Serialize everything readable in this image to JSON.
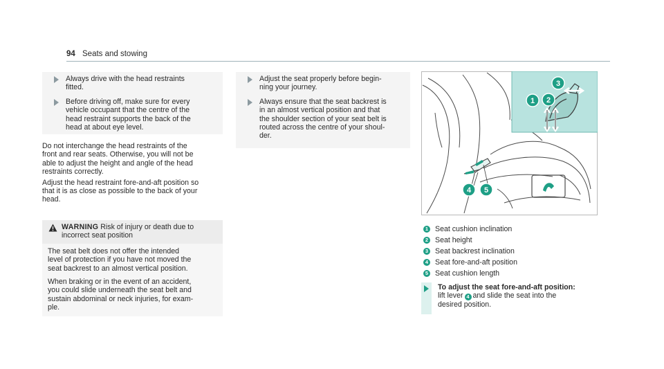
{
  "header": {
    "page_number": "94",
    "section": "Seats and stowing"
  },
  "col1": {
    "bullets": [
      [
        "Always drive with the head restraints",
        "fitted."
      ],
      [
        "Before driving off, make sure for every",
        "vehicle occupant that the centre of the",
        "head restraint supports the back of the",
        "head at about eye level."
      ]
    ],
    "para1": [
      "Do not interchange the head restraints of the",
      "front and rear seats. Otherwise, you will not be",
      "able to adjust the height and angle of the head",
      "restraints correctly."
    ],
    "para2": [
      "Adjust the head restraint fore-and-aft position so",
      "that it is as close as possible to the back of your",
      "head."
    ],
    "warning": {
      "label": "WARNING",
      "title_lines": [
        "Risk of injury or death due to",
        "incorrect seat position"
      ],
      "body1": [
        "The seat belt does not offer the intended",
        "level of protection if you have not moved the",
        "seat backrest to an almost vertical position."
      ],
      "body2": [
        "When braking or in the event of an accident,",
        "you could slide underneath the seat belt and",
        "sustain abdominal or neck injuries, for exam-",
        "ple."
      ]
    }
  },
  "col2": {
    "bullets": [
      [
        "Adjust the seat properly before begin-",
        "ning your journey."
      ],
      [
        "Always ensure that the seat backrest is",
        "in an almost vertical position and that",
        "the shoulder section of your seat belt is",
        "routed across the centre of your shoul-",
        "der."
      ]
    ]
  },
  "col3": {
    "figure": {
      "callouts": [
        "1",
        "2",
        "3",
        "4",
        "5"
      ],
      "colors": {
        "inset_bg": "#b8e3df",
        "line": "#4a4a4a",
        "accent": "#1e9f86"
      }
    },
    "legend": [
      {
        "num": "1",
        "text": "Seat cushion inclination"
      },
      {
        "num": "2",
        "text": "Seat height"
      },
      {
        "num": "3",
        "text": "Seat backrest inclination"
      },
      {
        "num": "4",
        "text": "Seat fore-and-aft position"
      },
      {
        "num": "5",
        "text": "Seat cushion length"
      }
    ],
    "step": {
      "title": "To adjust the seat fore-and-aft position:",
      "line1_pre": "lift lever",
      "line1_badge": "4",
      "line1_post": "and slide the seat into the",
      "line2": "desired position."
    }
  }
}
